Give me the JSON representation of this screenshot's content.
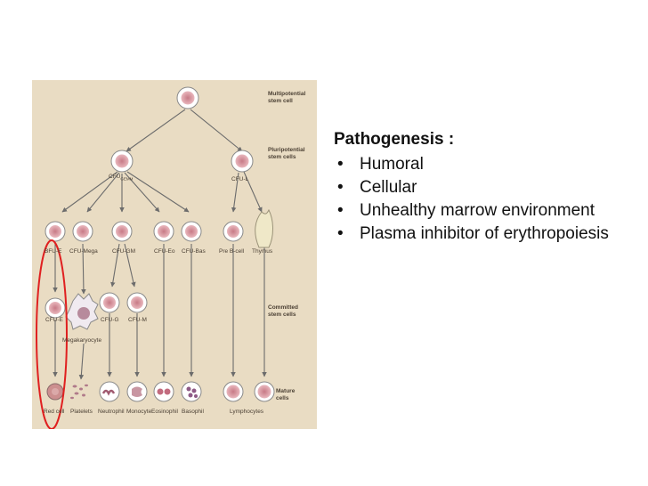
{
  "slide": {
    "heading": "Pathogenesis :",
    "bullets": [
      "Humoral",
      "Cellular",
      "Unhealthy marrow environment",
      "Plasma inhibitor of erythropoiesis"
    ]
  },
  "figure": {
    "row_labels": {
      "multipotential": [
        "Multipotential",
        "stem cell"
      ],
      "pluripotential": [
        "Pluripotential",
        "stem cells"
      ],
      "committed": [
        "Committed",
        "stem cells"
      ],
      "mature": [
        "Mature",
        "cells"
      ]
    },
    "cfu_gemm": {
      "main": "CFU",
      "sub": "GEMM"
    },
    "cfu_l": "CFU-L",
    "progenitors": [
      "BFU-E",
      "CFU-Mega",
      "CFU-GM",
      "CFU-Eo",
      "CFU-Bas",
      "Pre B-cell",
      "Thymus"
    ],
    "committed": [
      "CFU-E",
      "CFU-G",
      "CFU-M"
    ],
    "megakaryocyte": "Megakaryocyte",
    "mature": [
      "Red cell",
      "Platelets",
      "Neutrophil",
      "Monocyte",
      "Eosinophil",
      "Basophil",
      "Lymphocytes"
    ],
    "colors": {
      "background": "#e9dcc3",
      "cell_fill": "#ffffff",
      "nucleus": "#d9a0a8",
      "arrow": "#6c6c6c",
      "highlight": "#e02020"
    }
  }
}
